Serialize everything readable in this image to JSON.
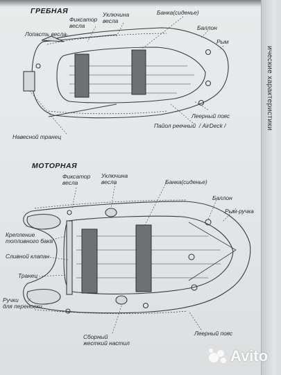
{
  "side_text": "ические характеристики",
  "rowing": {
    "title": "ГРЕБНАЯ",
    "labels": {
      "fiksator": "Фиксатор\nвесла",
      "ukluchina": "Уключина\nвесла",
      "banka": "Банка(сиденье)",
      "ballon": "Баллон",
      "lopast": "Лопасть весла",
      "rym": "Рым",
      "leer": "Леерный пояс",
      "payol": "Пайол реечный  / AirDeck /",
      "transom": "Навесной транец"
    }
  },
  "motor": {
    "title": "МОТОРНАЯ",
    "labels": {
      "fiksator": "Фиксатор\nвесла",
      "ukluchina": "Уключина\nвесла",
      "banka": "Банка(сиденье)",
      "ballon": "Баллон",
      "rym": "Рым-ручка",
      "kreplenie": "Крепление\nтопливного бака",
      "klapan": "Сливной клапан",
      "transom": "Транец",
      "ruchki": "Ручки\nдля переноски",
      "nastil": "Сборный\nжесткий настил",
      "leer": "Леерный пояс"
    }
  },
  "watermark": "Avito"
}
